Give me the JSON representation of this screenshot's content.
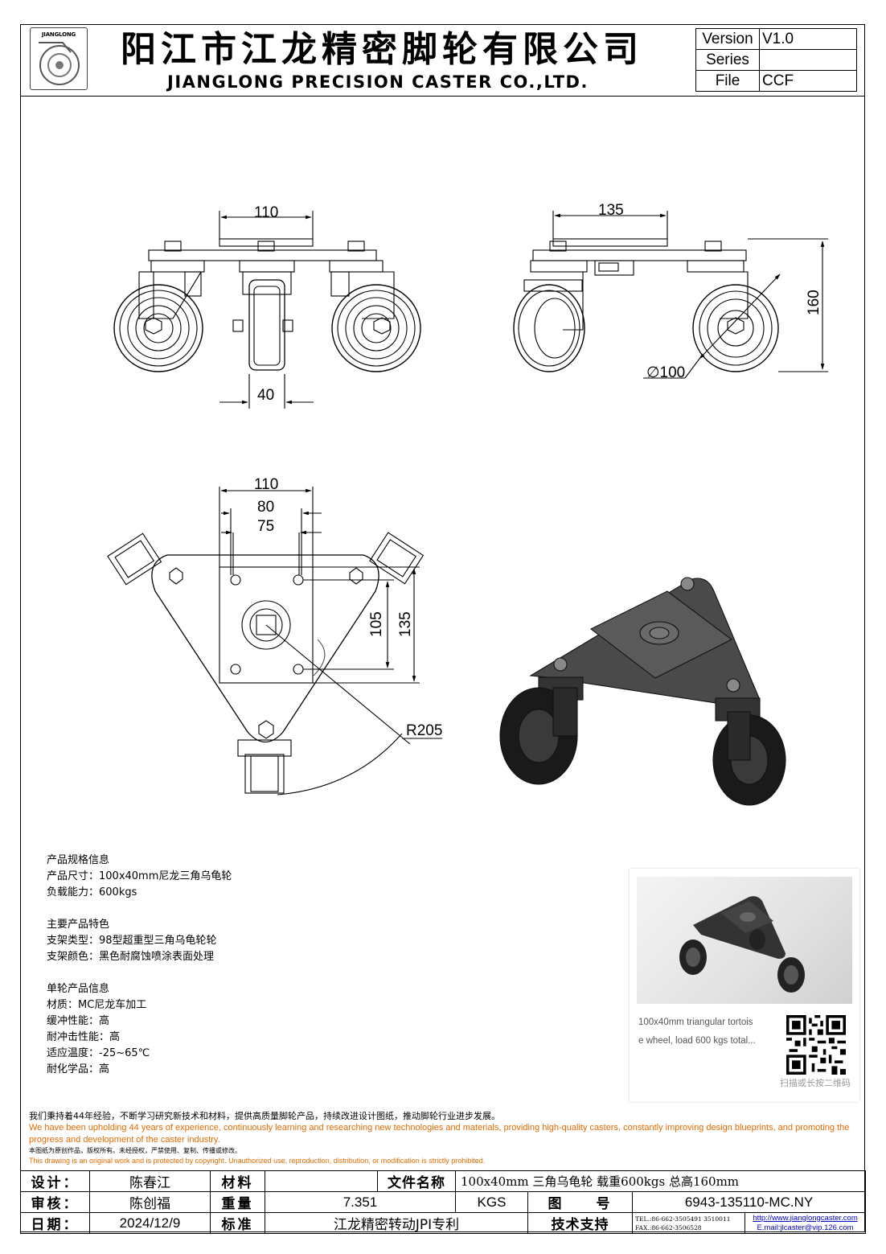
{
  "header": {
    "logo_text": "JIANGLONG",
    "company_cn": "阳江市江龙精密脚轮有限公司",
    "company_en": "JIANGLONG PRECISION CASTER CO.,LTD.",
    "version_table": [
      {
        "key": "Version",
        "value": "V1.0"
      },
      {
        "key": "Series",
        "value": ""
      },
      {
        "key": "File",
        "value": "CCF"
      }
    ]
  },
  "dimensions": {
    "front_width": "110",
    "front_wheel_width": "40",
    "side_width": "135",
    "side_height": "160",
    "wheel_diameter": "∅100",
    "top_width": "110",
    "hole_span_80": "80",
    "hole_span_75": "75",
    "hole_span_105": "105",
    "plate_135": "135",
    "radius": "R205"
  },
  "specs": {
    "groups": [
      {
        "title": "产品规格信息",
        "lines": [
          "产品尺寸：100x40mm尼龙三角乌龟轮",
          "负载能力：600kgs"
        ]
      },
      {
        "title": "主要产品特色",
        "lines": [
          "支架类型：98型超重型三角乌龟轮轮",
          "支架颜色：黑色耐腐蚀喷涂表面处理"
        ]
      },
      {
        "title": "单轮产品信息",
        "lines": [
          "材质：MC尼龙车加工",
          "缓冲性能：高",
          "耐冲击性能：高",
          "适应温度：-25~65℃",
          "耐化学品：高"
        ]
      }
    ]
  },
  "card": {
    "caption_line1": "100x40mm triangular tortois",
    "caption_line2": "e wheel, load 600 kgs total...",
    "qr_hint": "扫描或长按二维码"
  },
  "mission": {
    "cn": "我们秉持着44年经验，不断学习研究新技术和材料，提供高质量脚轮产品，持续改进设计图纸，推动脚轮行业进步发展。",
    "en": "We have been upholding 44 years of experience, continuously learning and researching new technologies and materials, providing high-quality casters, constantly improving design blueprints, and promoting the progress and development of the caster industry.",
    "copyright_cn": "本图纸为原创作品，版权所有。未经授权，严禁使用、复制、传播或修改。",
    "copyright_en": "This drawing is an original work and is protected by copyright. Unauthorized use, reproduction, distribution, or modification is strictly prohibited."
  },
  "title_block": {
    "design_label": "设计：",
    "designer": "陈春江",
    "material_label": "材料",
    "material": "",
    "filename_label": "文件名称",
    "filename": "100x40mm 三角乌龟轮 载重600kgs 总高160mm",
    "review_label": "审核：",
    "reviewer": "陈创福",
    "weight_label": "重量",
    "weight": "7.351",
    "weight_unit": "KGS",
    "drawing_no_label": "图　　号",
    "drawing_no": "6943-135110-MC.NY",
    "date_label": "日期：",
    "date": "2024/12/9",
    "standard_label": "标准",
    "standard": "江龙精密转动JPI专利",
    "support_label": "技术支持",
    "tel": "TEL.:86-662-3505491 3510011",
    "fax": "FAX.:86-662-3506528",
    "web": "http://www.jianglongcaster.com",
    "email": "E.mail:jlcaster@vip.126.com"
  }
}
